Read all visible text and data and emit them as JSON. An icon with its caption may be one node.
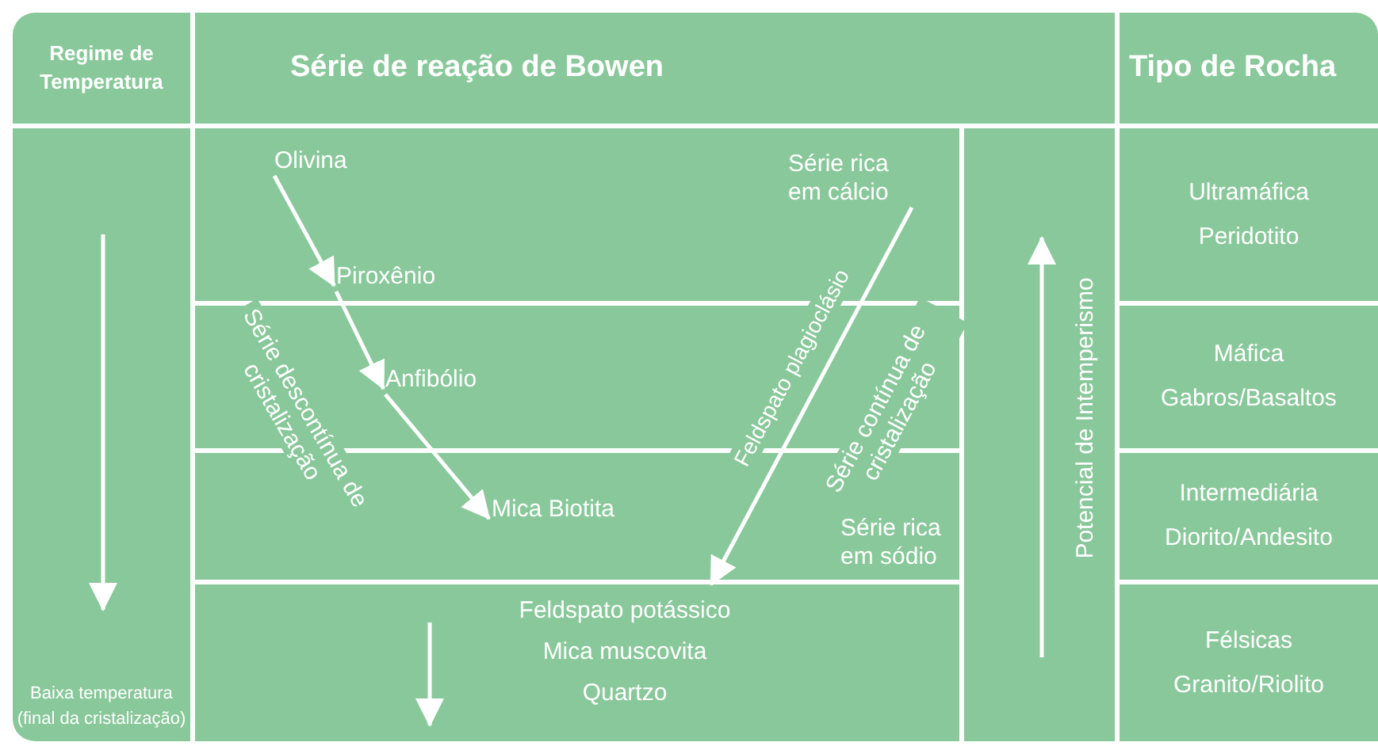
{
  "diagram": {
    "nodes": [
      {
        "text": [
          "Regime de Temperatura"
        ]
      },
      {
        "text": [
          "Série de reação de Bowen"
        ]
      },
      {
        "text": [
          "Tipo de Rocha"
        ]
      },
      {
        "text": [
          "Baixa temperatura (final da cristalização)"
        ]
      },
      {
        "text": [
          "Potencial de Intemperismo"
        ]
      },
      {
        "text": [
          "Ultramáfica",
          "Peridotito"
        ]
      },
      {
        "text": [
          "Máfica",
          "Gabros/Basaltos"
        ]
      },
      {
        "text": [
          "Intermediária",
          "Diorito/Andesito"
        ]
      },
      {
        "text": [
          "Félsicas",
          "Granito/Riolito"
        ]
      },
      {
        "text": [
          "Olivina"
        ]
      },
      {
        "text": [
          "Piroxênio"
        ]
      },
      {
        "text": [
          "Anfibólio"
        ]
      },
      {
        "text": [
          "Mica Biotita"
        ]
      },
      {
        "text": [
          "Feldspato potássico",
          "Mica muscovita",
          "Quartzo"
        ]
      },
      {
        "text": [
          "Série rica em cálcio"
        ]
      }
    ],
    "edges": [
      {
        "from": 9,
        "to": 10,
        "arrow": "to"
      },
      {
        "from": 10,
        "to": 11,
        "arrow": "to"
      },
      {
        "from": 11,
        "to": 12,
        "arrow": "to"
      },
      {
        "from": 14,
        "to": 13,
        "arrow": "to",
        "label": "Feldspato plagioclásio"
      }
    ],
    "labels": [
      "Série descontínua de cristalização",
      "Série contínua de cristalização",
      "Série rica em sódio"
    ]
  }
}
